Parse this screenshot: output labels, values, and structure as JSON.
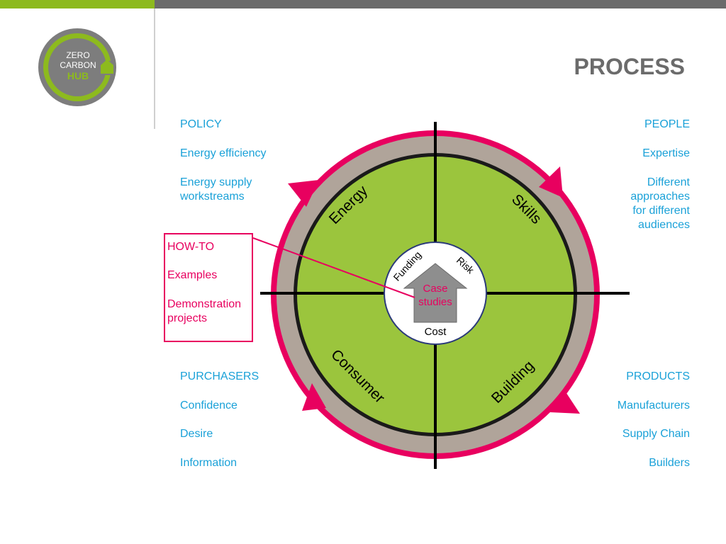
{
  "header": {
    "title": "PROCESS"
  },
  "logo": {
    "line1": "ZERO",
    "line2": "CARBON",
    "line3": "HUB"
  },
  "policy": {
    "heading": "POLICY",
    "items": [
      "Energy efficiency",
      "Energy supply workstreams"
    ]
  },
  "people": {
    "heading": "PEOPLE",
    "items": [
      "Expertise",
      "Different approaches for different audiences"
    ]
  },
  "howto": {
    "heading": "HOW-TO",
    "items": [
      "Examples",
      "Demonstration projects"
    ]
  },
  "purchasers": {
    "heading": "PURCHASERS",
    "items": [
      "Confidence",
      "Desire",
      "Information"
    ]
  },
  "products": {
    "heading": "PRODUCTS",
    "items": [
      "Manufacturers",
      "Supply Chain",
      "Builders"
    ]
  },
  "wheel": {
    "quadrants": {
      "top_left": "Energy",
      "top_right": "Skills",
      "bottom_left": "Consumer",
      "bottom_right": "Building"
    },
    "center": {
      "funding": "Funding",
      "risk": "Risk",
      "case": "Case",
      "studies": "studies",
      "cost": "Cost"
    }
  },
  "colors": {
    "green": "#9bc53d",
    "pink": "#e8005f",
    "blue": "#1aa1d8",
    "grey_ring": "#b0a49a",
    "title_grey": "#6b6b6b"
  }
}
